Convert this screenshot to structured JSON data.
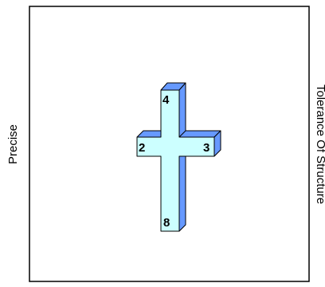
{
  "labels": {
    "left": "Precise",
    "right": "Tolerance Of Structure"
  },
  "cross": {
    "top": "4",
    "left": "2",
    "right": "3",
    "bottom": "8"
  },
  "colors": {
    "face": "#ccffff",
    "depth": "#6699ff",
    "stroke": "#000000",
    "frame": "#000000"
  }
}
